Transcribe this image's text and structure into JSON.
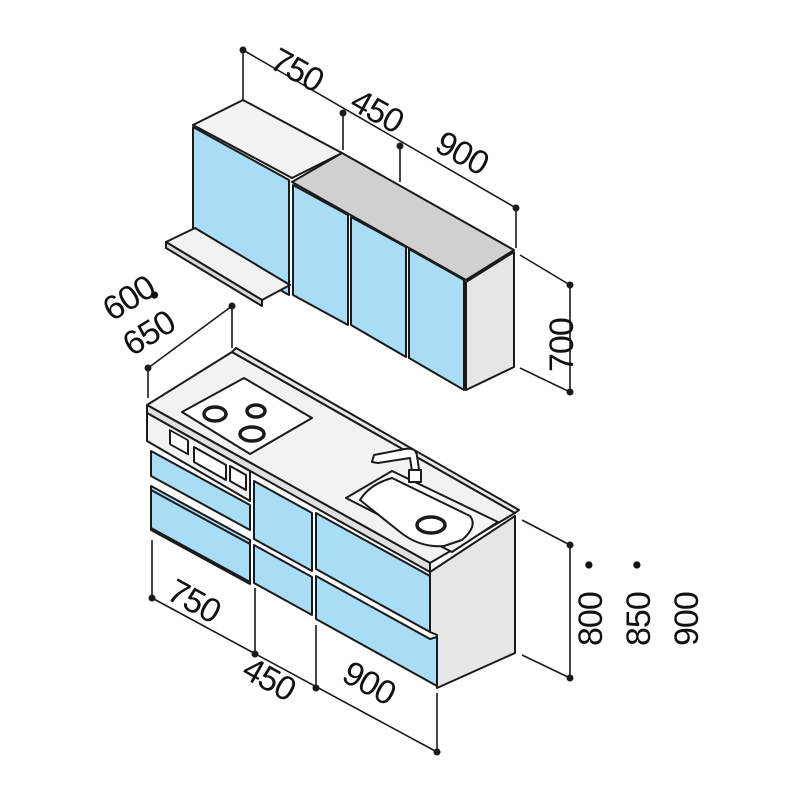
{
  "dimensions": {
    "upper_widths": [
      "750",
      "450",
      "900"
    ],
    "upper_height": "700",
    "depth_options": [
      "600",
      "650"
    ],
    "lower_widths": [
      "750",
      "450",
      "900"
    ],
    "counter_heights": [
      "800",
      "850",
      "900"
    ]
  },
  "colors": {
    "door_blue": "#a9dcf5",
    "cabinet_side": "#e6e6e6",
    "countertop": "#f2f2f2",
    "top_grey": "#d0d0d0",
    "line": "#1a1a1a"
  }
}
